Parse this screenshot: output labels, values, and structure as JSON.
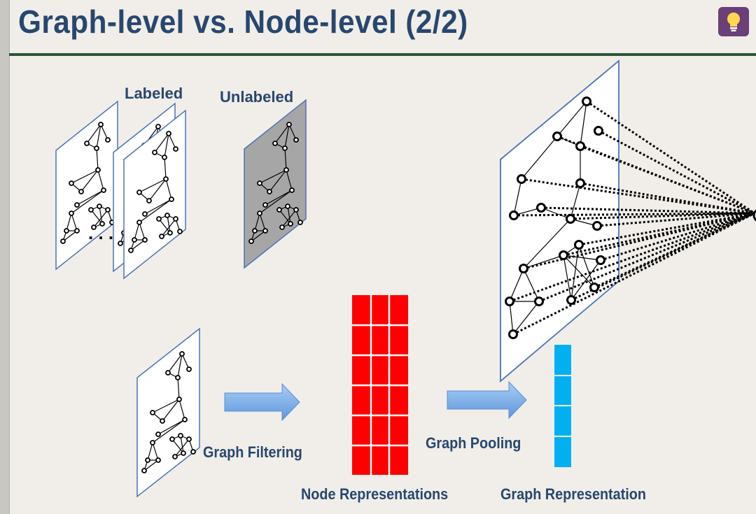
{
  "slide": {
    "title": "Graph-level vs. Node-level (2/2)"
  },
  "labels": {
    "labeled": "Labeled",
    "unlabeled": "Unlabeled",
    "graph_filtering": "Graph Filtering",
    "graph_pooling": "Graph Pooling",
    "node_representations": "Node Representations",
    "graph_representation": "Graph Representation",
    "ellipsis": ". . ."
  },
  "icons": {
    "hint": "lightbulb-icon"
  },
  "colors": {
    "title": "#27476f",
    "rule": "#2b5637",
    "node_matrix": "#ff0000",
    "graph_vector": "#00b0f0",
    "unlabeled_panel": "#a6a6a6",
    "arrow": "#7fb0e8",
    "hint_button": "#6b3f78"
  }
}
